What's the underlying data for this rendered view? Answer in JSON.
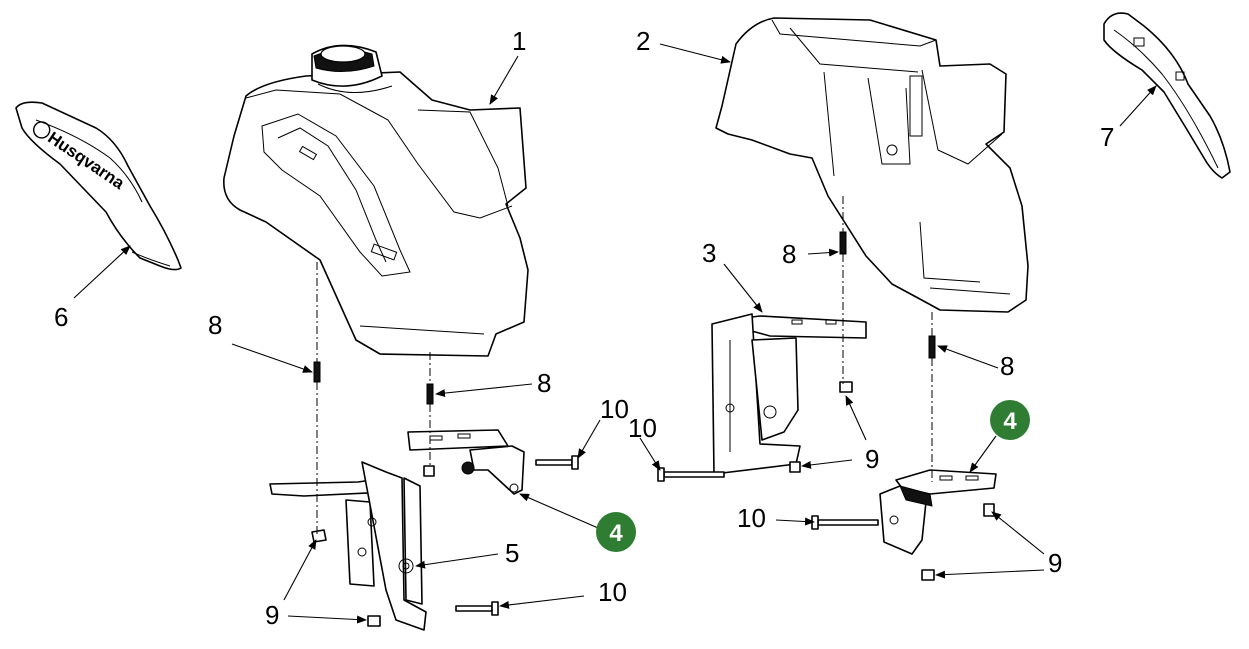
{
  "callouts": {
    "c1": "1",
    "c2": "2",
    "c3": "3",
    "c4a": "4",
    "c4b": "4",
    "c5": "5",
    "c6": "6",
    "c7": "7",
    "c8a": "8",
    "c8b": "8",
    "c8c": "8",
    "c8d": "8",
    "c9a": "9",
    "c9b": "9",
    "c9c": "9",
    "c10a": "10",
    "c10b": "10",
    "c10c": "10",
    "c10d": "10"
  },
  "logo": {
    "brand": "Husqvarna"
  },
  "colors": {
    "badge": "#2e7d32",
    "line": "#000000",
    "background": "#ffffff"
  }
}
